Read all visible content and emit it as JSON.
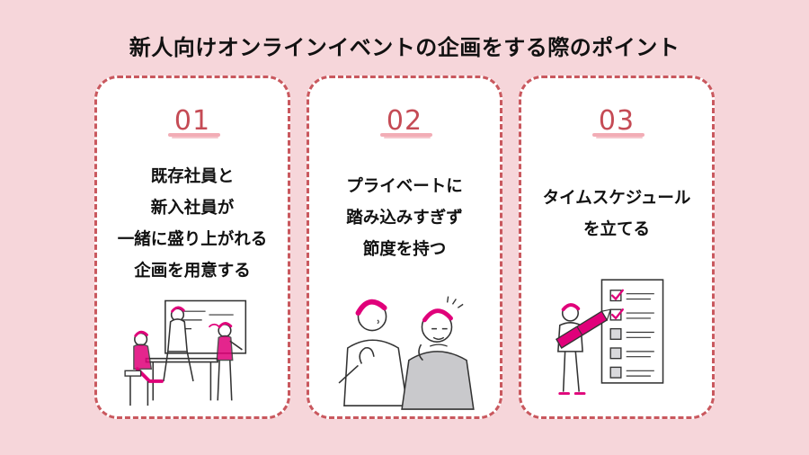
{
  "title": "新人向けオンラインイベントの企画をする際のポイント",
  "cards": [
    {
      "number": "01",
      "text": "既存社員と\n新入社員が\n一緒に盛り上がれる\n企画を用意する"
    },
    {
      "number": "02",
      "text": "プライベートに\n踏み込みすぎず\n節度を持つ"
    },
    {
      "number": "03",
      "text": "タイムスケジュール\nを立てる"
    }
  ],
  "colors": {
    "background": "#f6d6da",
    "card_border": "#c9585e",
    "accent_pink": "#e0007a",
    "number_red": "#c54b55"
  }
}
